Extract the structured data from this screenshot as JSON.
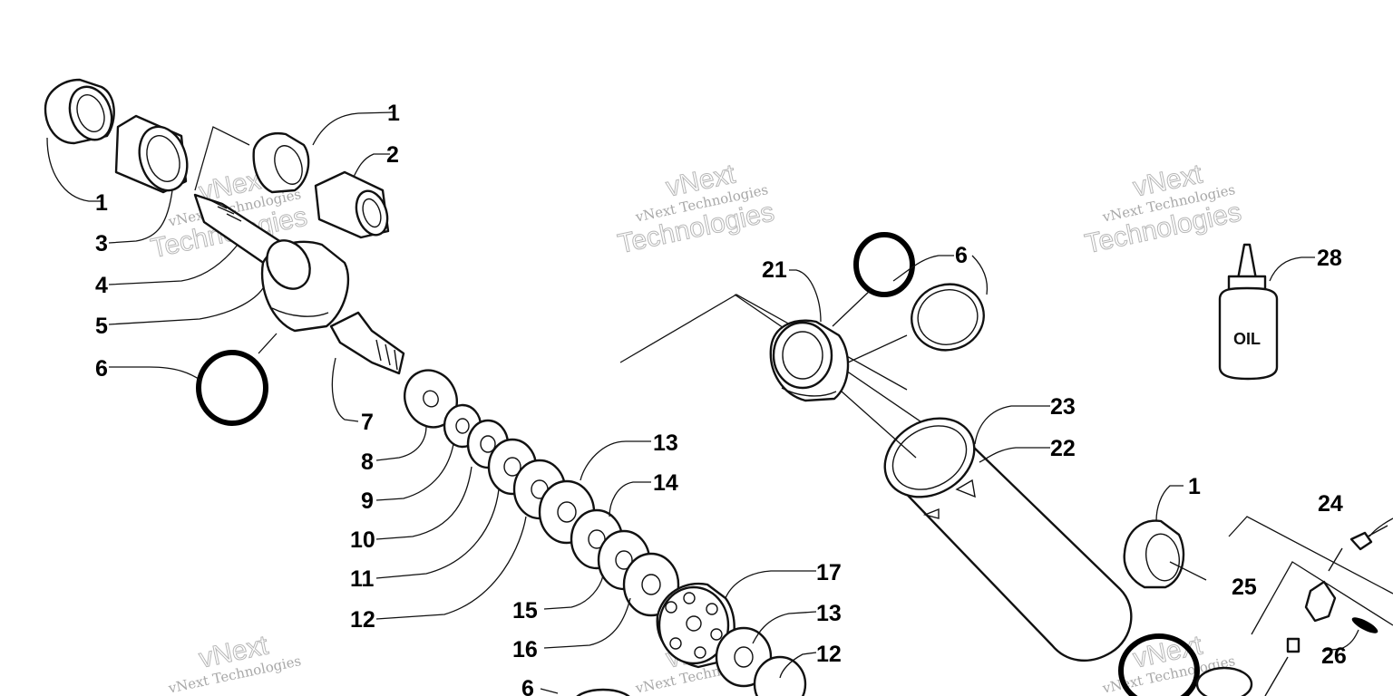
{
  "diagram": {
    "callouts": [
      "1",
      "2",
      "3",
      "4",
      "5",
      "6",
      "7",
      "8",
      "9",
      "10",
      "11",
      "12",
      "13",
      "14",
      "15",
      "16",
      "17",
      "21",
      "22",
      "23",
      "24",
      "25",
      "26",
      "28"
    ],
    "bottle_label": "OIL",
    "watermark": {
      "line1": "vNext Technologies",
      "line2": "Technologies",
      "logo": "vNext"
    }
  }
}
